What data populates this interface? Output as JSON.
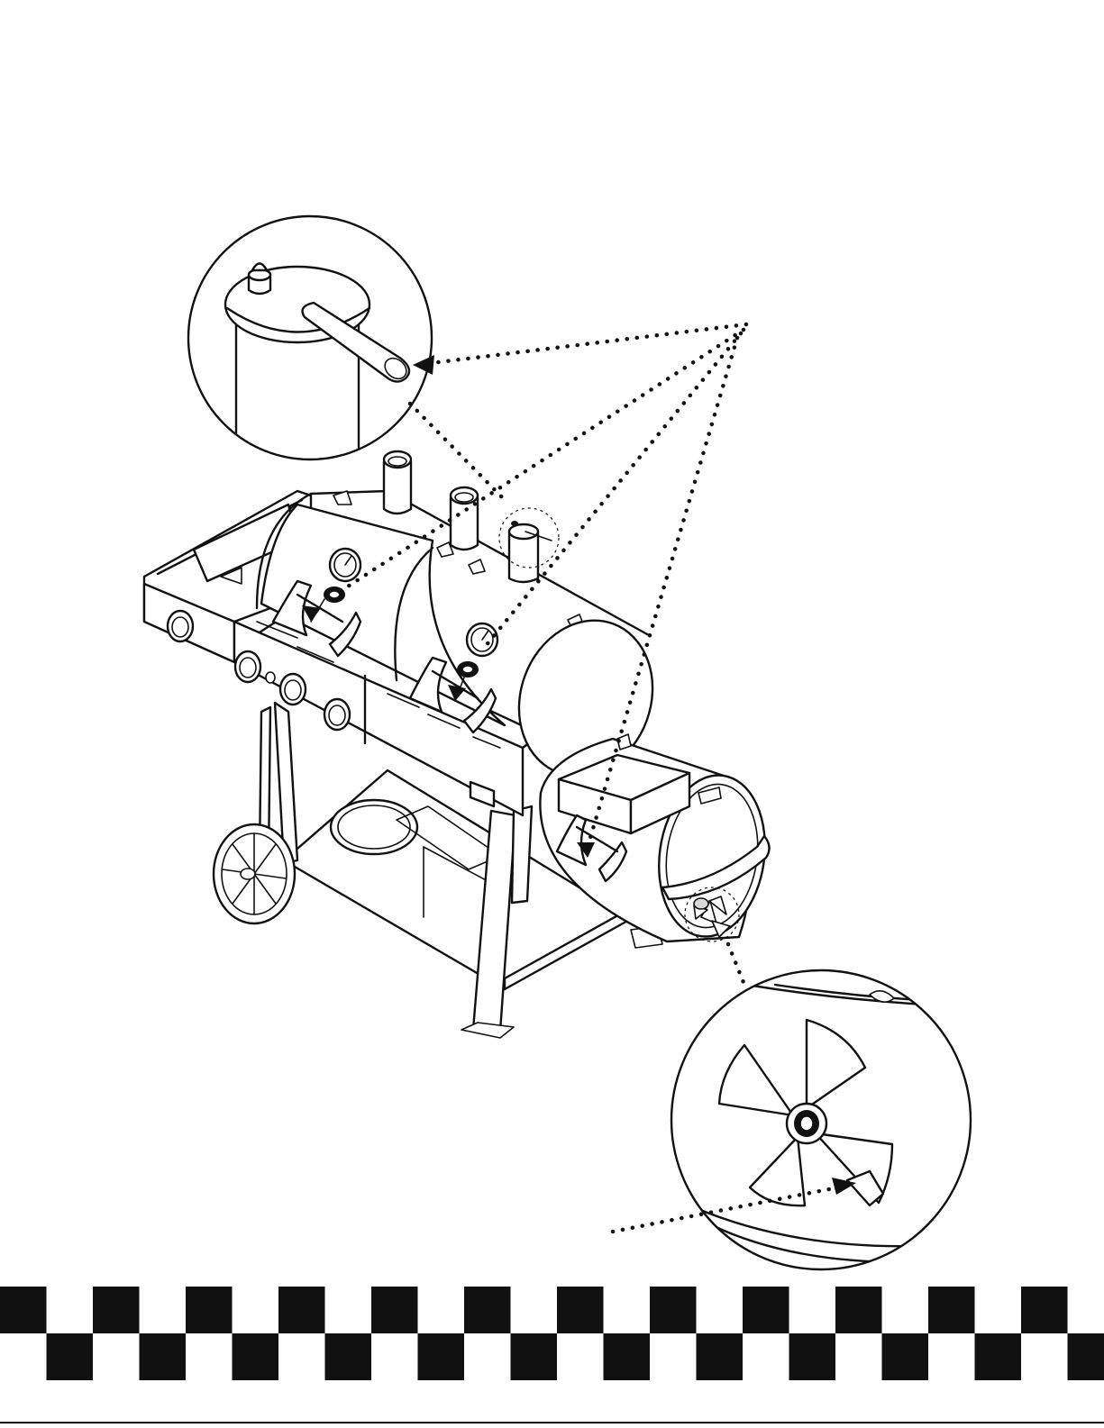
{
  "figure": {
    "callouts": [
      {
        "name": "chimney-cap-detail"
      },
      {
        "name": "damper-detail"
      }
    ],
    "checker": {
      "cell_count": 24,
      "row_count": 2,
      "fill_color": "#111111",
      "background_color": "#ffffff"
    }
  }
}
